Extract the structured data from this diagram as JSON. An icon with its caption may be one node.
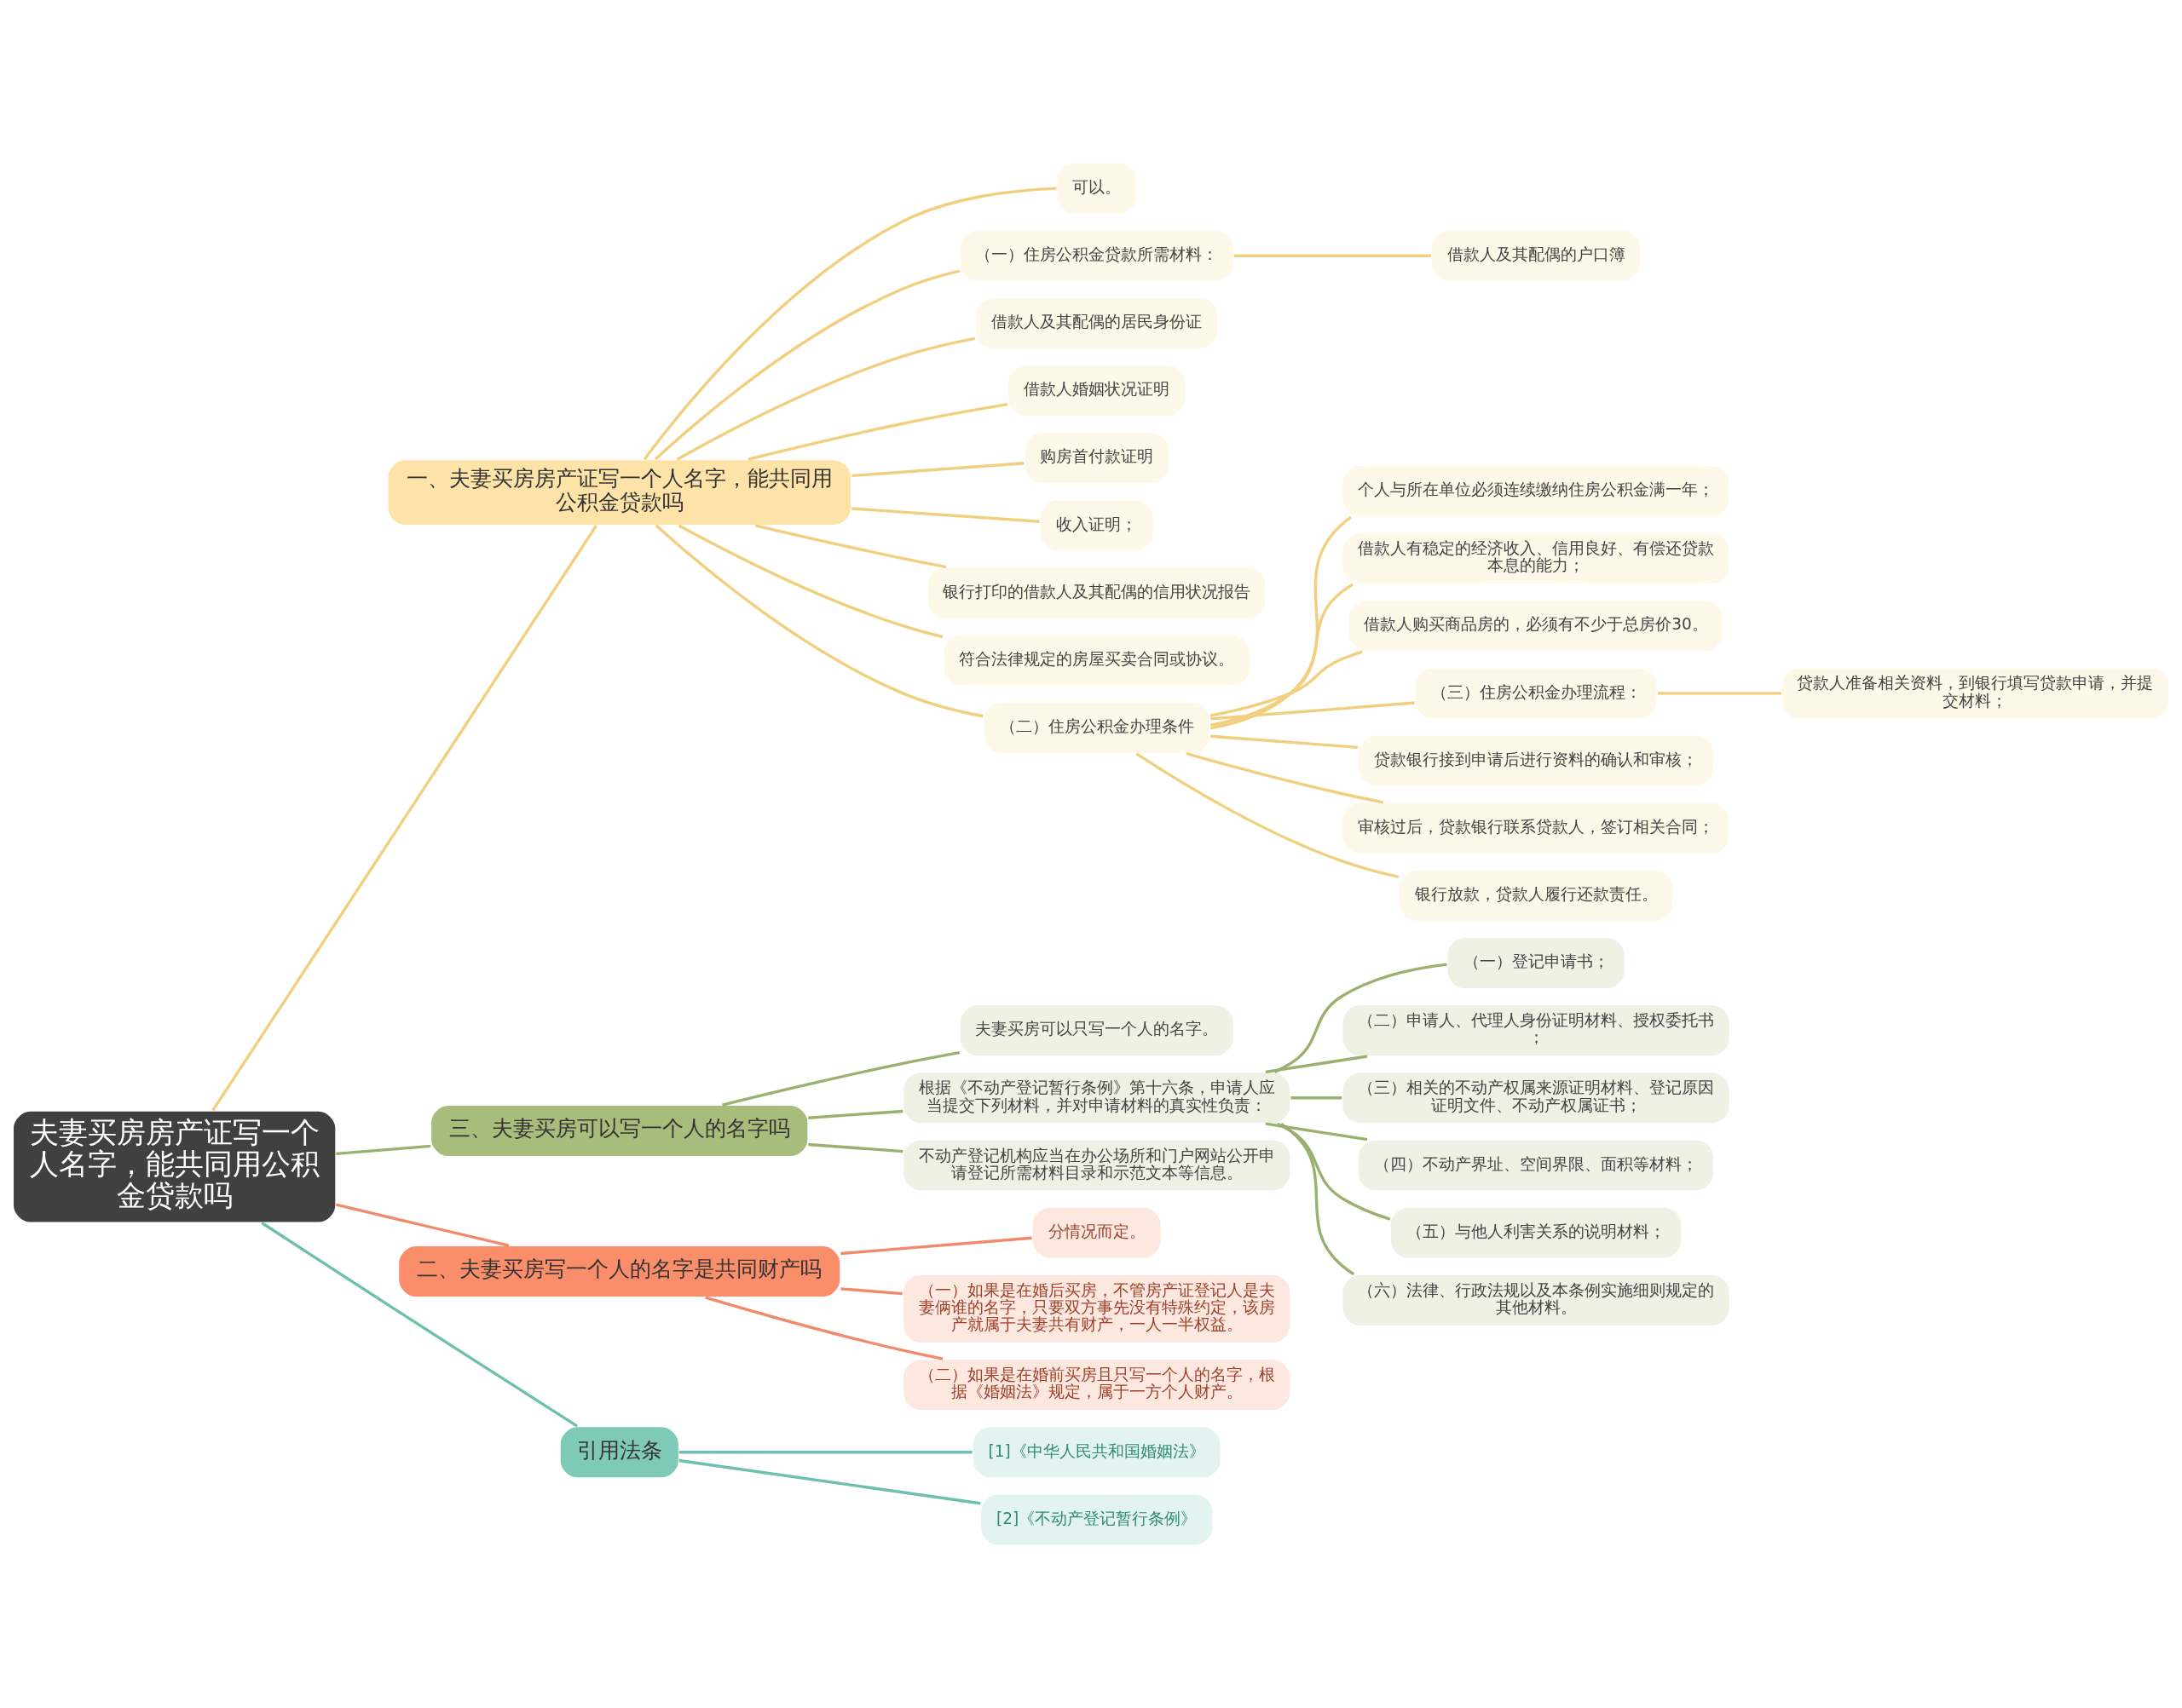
{
  "diagram": {
    "nodes": [
      {
        "text": [
          "夫妻买房房产证写一个人名字，能共同用公积金贷款吗"
        ]
      },
      {
        "text": [
          "一、夫妻买房房产证写一个人名字，能共同用公积金贷款吗"
        ]
      },
      {
        "text": [
          "可以。"
        ]
      },
      {
        "text": [
          "（一）住房公积金贷款所需材料："
        ]
      },
      {
        "text": [
          "借款人及其配偶的户口簿"
        ]
      },
      {
        "text": [
          "借款人及其配偶的居民身份证"
        ]
      },
      {
        "text": [
          "借款人婚姻状况证明"
        ]
      },
      {
        "text": [
          "购房首付款证明"
        ]
      },
      {
        "text": [
          "收入证明；"
        ]
      },
      {
        "text": [
          "银行打印的借款人及其配偶的信用状况报告"
        ]
      },
      {
        "text": [
          "符合法律规定的房屋买卖合同或协议。"
        ]
      },
      {
        "text": [
          "（二）住房公积金办理条件"
        ]
      },
      {
        "text": [
          "个人与所在单位必须连续缴纳住房公积金满一年；"
        ]
      },
      {
        "text": [
          "借款人有稳定的经济收入、信用良好、有偿还贷款本息的能力；"
        ]
      },
      {
        "text": [
          "借款人购买商品房的，必须有不少于总房价30。"
        ]
      },
      {
        "text": [
          "（三）住房公积金办理流程："
        ]
      },
      {
        "text": [
          "贷款人准备相关资料，到银行填写贷款申请，并提交材料；"
        ]
      },
      {
        "text": [
          "贷款银行接到申请后进行资料的确认和审核；"
        ]
      },
      {
        "text": [
          "审核过后，贷款银行联系贷款人，签订相关合同；"
        ]
      },
      {
        "text": [
          "银行放款，贷款人履行还款责任。"
        ]
      },
      {
        "text": [
          "三、夫妻买房可以写一个人的名字吗"
        ]
      },
      {
        "text": [
          "夫妻买房可以只写一个人的名字。"
        ]
      },
      {
        "text": [
          "根据《不动产登记暂行条例》第十六条，申请人应当提交下列材料，并对申请材料的真实性负责："
        ]
      },
      {
        "text": [
          "（一）登记申请书；"
        ]
      },
      {
        "text": [
          "（二）申请人、代理人身份证明材料、授权委托书；"
        ]
      },
      {
        "text": [
          "（三）相关的不动产权属来源证明材料、登记原因证明文件、不动产权属证书；"
        ]
      },
      {
        "text": [
          "（四）不动产界址、空间界限、面积等材料；"
        ]
      },
      {
        "text": [
          "（五）与他人利害关系的说明材料；"
        ]
      },
      {
        "text": [
          "（六）法律、行政法规以及本条例实施细则规定的其他材料。"
        ]
      },
      {
        "text": [
          "不动产登记机构应当在办公场所和门户网站公开申请登记所需材料目录和示范文本等信息。"
        ]
      },
      {
        "text": [
          "二、夫妻买房写一个人的名字是共同财产吗"
        ]
      },
      {
        "text": [
          "分情况而定。"
        ]
      },
      {
        "text": [
          "（一）如果是在婚后买房，不管房产证登记人是夫妻俩谁的名字，只要双方事先没有特殊约定，该房产就属于夫妻共有财产，一人一半权益。"
        ]
      },
      {
        "text": [
          "（二）如果是在婚前买房且只写一个人的名字，根据《婚姻法》规定，属于一方个人财产。"
        ]
      },
      {
        "text": [
          "引用法条"
        ]
      },
      {
        "text": [
          "[1]《中华人民共和国婚姻法》"
        ]
      },
      {
        "text": [
          "[2]《不动产登记暂行条例》"
        ]
      }
    ],
    "edges": [
      {
        "from": 0,
        "to": 1,
        "arrow": "none"
      },
      {
        "from": 1,
        "to": 2,
        "arrow": "none"
      },
      {
        "from": 1,
        "to": 3,
        "arrow": "none"
      },
      {
        "from": 3,
        "to": 4,
        "arrow": "none"
      },
      {
        "from": 1,
        "to": 5,
        "arrow": "none"
      },
      {
        "from": 1,
        "to": 6,
        "arrow": "none"
      },
      {
        "from": 1,
        "to": 7,
        "arrow": "none"
      },
      {
        "from": 1,
        "to": 8,
        "arrow": "none"
      },
      {
        "from": 1,
        "to": 9,
        "arrow": "none"
      },
      {
        "from": 1,
        "to": 10,
        "arrow": "none"
      },
      {
        "from": 1,
        "to": 11,
        "arrow": "none"
      },
      {
        "from": 11,
        "to": 12,
        "arrow": "none"
      },
      {
        "from": 11,
        "to": 13,
        "arrow": "none"
      },
      {
        "from": 11,
        "to": 14,
        "arrow": "none"
      },
      {
        "from": 11,
        "to": 15,
        "arrow": "none"
      },
      {
        "from": 15,
        "to": 16,
        "arrow": "none"
      },
      {
        "from": 11,
        "to": 17,
        "arrow": "none"
      },
      {
        "from": 11,
        "to": 18,
        "arrow": "none"
      },
      {
        "from": 11,
        "to": 19,
        "arrow": "none"
      },
      {
        "from": 0,
        "to": 20,
        "arrow": "none",
        "color": "#9bb06f"
      },
      {
        "from": 20,
        "to": 21,
        "arrow": "none",
        "color": "#9bb06f"
      },
      {
        "from": 20,
        "to": 22,
        "arrow": "none",
        "color": "#9bb06f"
      },
      {
        "from": 22,
        "to": 23,
        "arrow": "none",
        "color": "#9bb06f"
      },
      {
        "from": 22,
        "to": 24,
        "arrow": "none",
        "color": "#9bb06f"
      },
      {
        "from": 22,
        "to": 25,
        "arrow": "none",
        "color": "#9bb06f"
      },
      {
        "from": 22,
        "to": 26,
        "arrow": "none",
        "color": "#9bb06f"
      },
      {
        "from": 22,
        "to": 27,
        "arrow": "none",
        "color": "#9bb06f"
      },
      {
        "from": 22,
        "to": 28,
        "arrow": "none",
        "color": "#9bb06f"
      },
      {
        "from": 20,
        "to": 29,
        "arrow": "none",
        "color": "#9bb06f"
      },
      {
        "from": 0,
        "to": 30,
        "arrow": "none",
        "color": "#f08a6a"
      },
      {
        "from": 30,
        "to": 31,
        "arrow": "none",
        "color": "#f08a6a"
      },
      {
        "from": 30,
        "to": 32,
        "arrow": "none",
        "color": "#f08a6a"
      },
      {
        "from": 30,
        "to": 33,
        "arrow": "none",
        "color": "#f08a6a"
      },
      {
        "from": 0,
        "to": 34,
        "arrow": "none",
        "color": "#6cc0ad"
      },
      {
        "from": 34,
        "to": 35,
        "arrow": "none",
        "color": "#6cc0ad"
      },
      {
        "from": 34,
        "to": 36,
        "arrow": "none",
        "color": "#6cc0ad"
      }
    ]
  }
}
